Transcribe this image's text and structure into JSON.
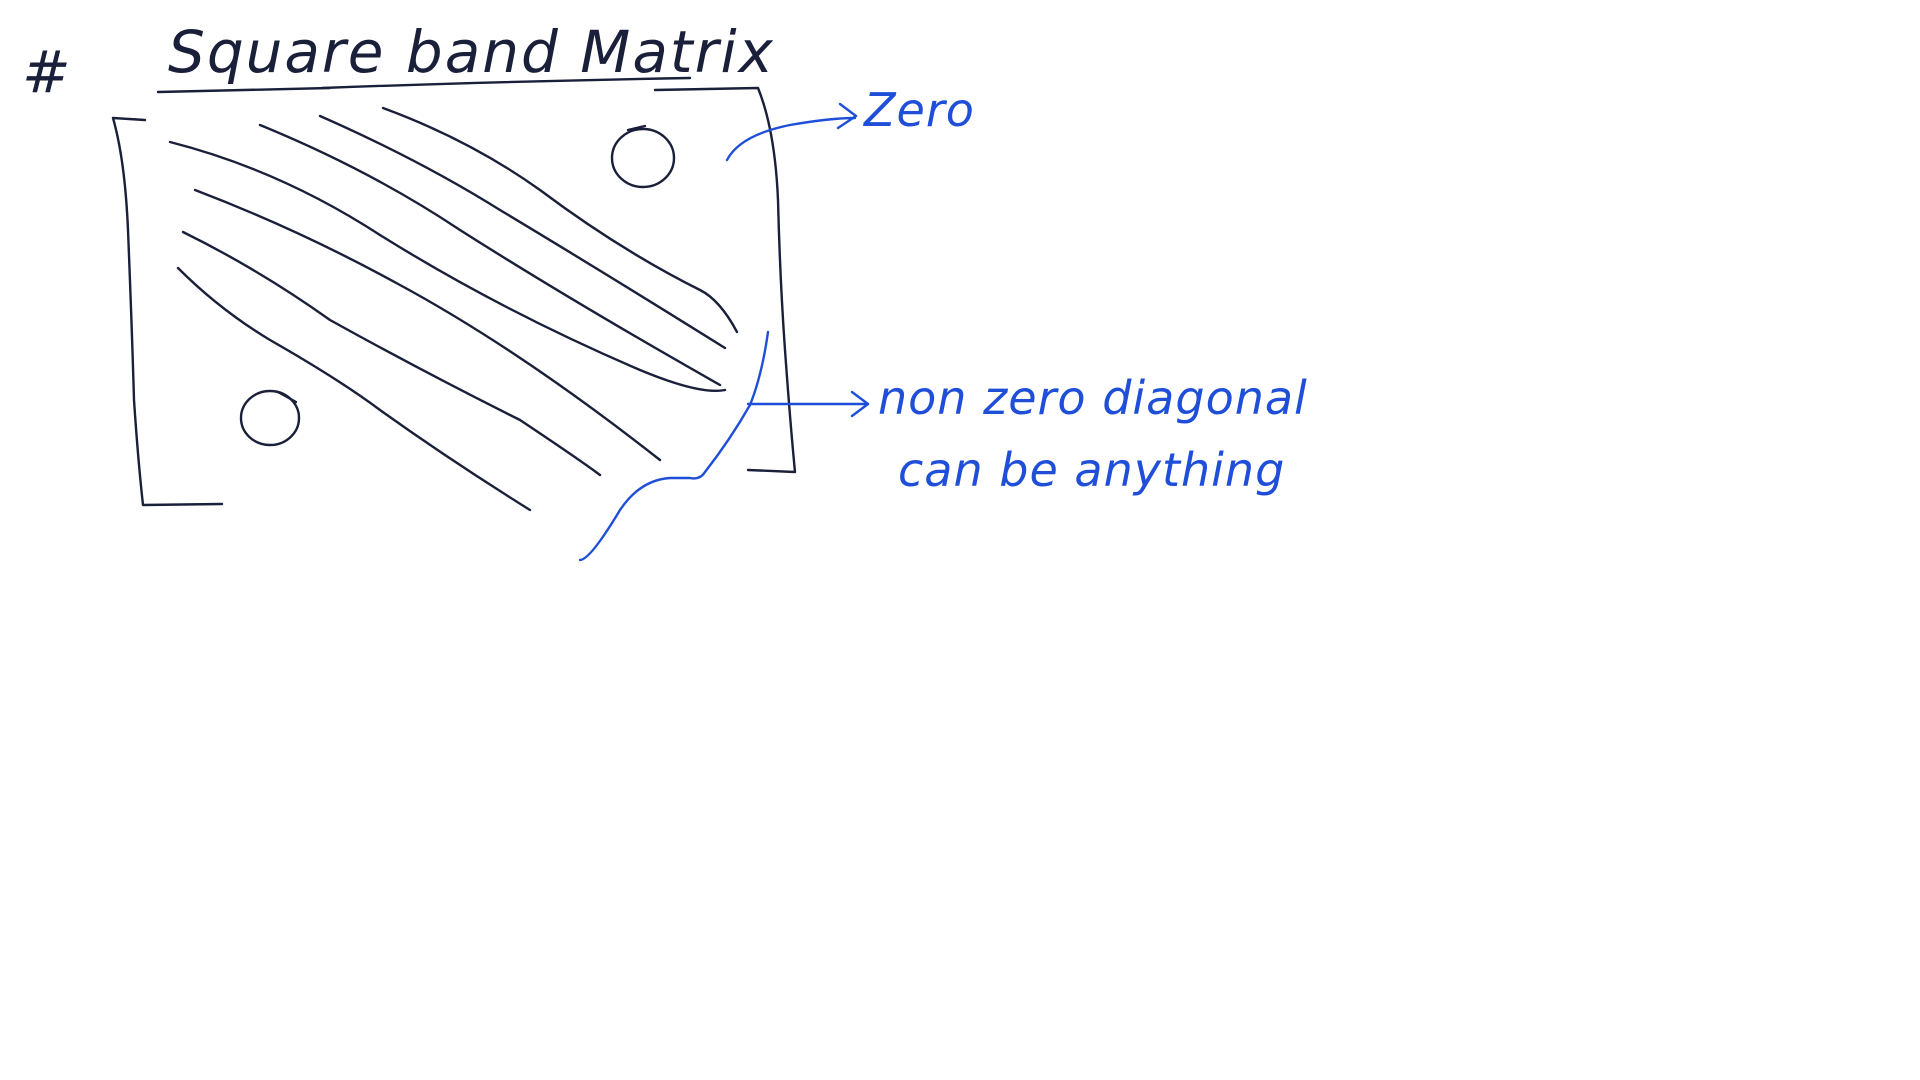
{
  "title": {
    "hash": "#",
    "text": "Square band Matrix"
  },
  "matrix": {
    "upper_right_value": "0",
    "lower_left_value": "0"
  },
  "annotations": {
    "zero_label": "Zero",
    "diagonal_label_line1": "non zero diagonal",
    "diagonal_label_line2": "can be anything"
  },
  "colors": {
    "dark_ink": "#1a1f3a",
    "blue_ink": "#1f4fd8",
    "background": "#ffffff"
  }
}
